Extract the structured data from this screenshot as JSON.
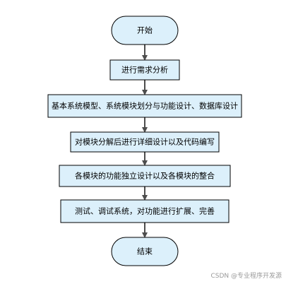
{
  "colors": {
    "node_fill": "#dcf0fb",
    "node_stroke": "#000000",
    "arrow": "#4d4d4d"
  },
  "nodes": [
    {
      "id": "start",
      "shape": "terminal",
      "label": "开始"
    },
    {
      "id": "step1",
      "shape": "process",
      "label": "进行需求分析"
    },
    {
      "id": "step2",
      "shape": "process",
      "label": "基本系统模型、系统模块划分与功能设计、数据库设计"
    },
    {
      "id": "step3",
      "shape": "process",
      "label": "对模块分解后进行详细设计以及代码编写"
    },
    {
      "id": "step4",
      "shape": "process",
      "label": "各模块的功能独立设计以及各模块的整合"
    },
    {
      "id": "step5",
      "shape": "process",
      "label": "测试、调试系统，对功能进行扩展、完善"
    },
    {
      "id": "end",
      "shape": "terminal",
      "label": "结束"
    }
  ],
  "edges": [
    {
      "from": "start",
      "to": "step1"
    },
    {
      "from": "step1",
      "to": "step2"
    },
    {
      "from": "step2",
      "to": "step3"
    },
    {
      "from": "step3",
      "to": "step4"
    },
    {
      "from": "step4",
      "to": "step5"
    },
    {
      "from": "step5",
      "to": "end"
    }
  ],
  "watermark": "CSDN @专业程序开发源"
}
